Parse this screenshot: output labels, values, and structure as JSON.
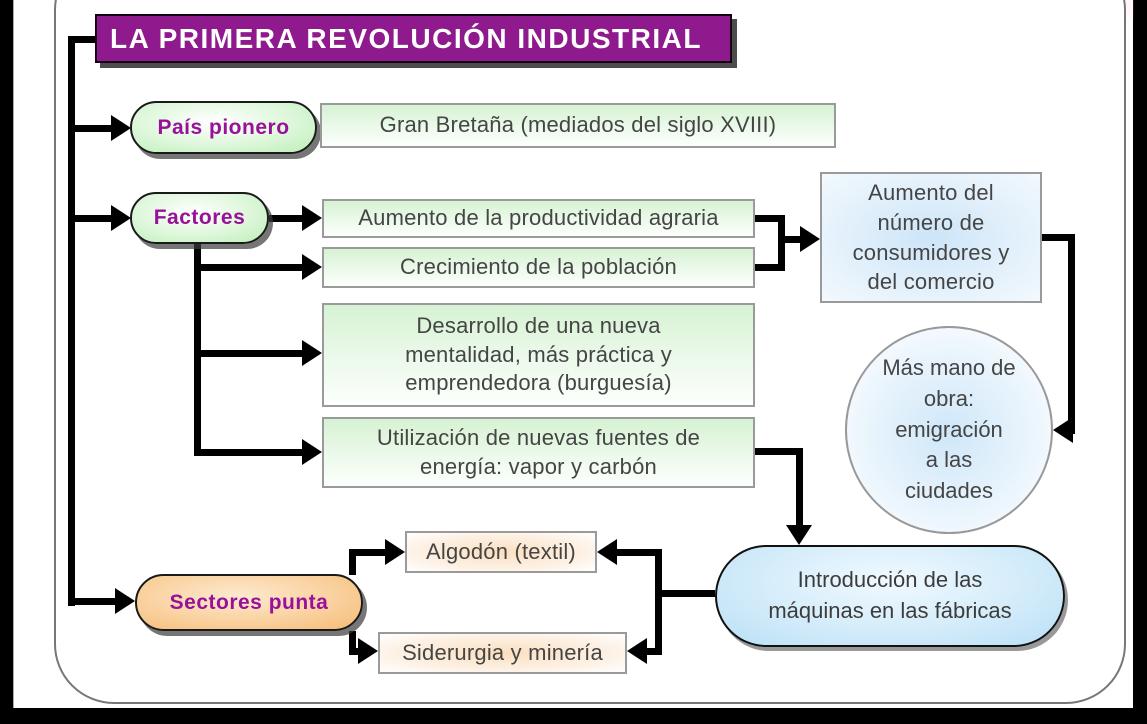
{
  "page": {
    "title": "LA PRIMERA REVOLUCIÓN INDUSTRIAL"
  },
  "nodes": {
    "pais_pionero": "País pionero",
    "gran_bretana": "Gran Bretaña (mediados del siglo XVIII)",
    "factores": "Factores",
    "productividad": "Aumento de la productividad agraria",
    "poblacion": "Crecimiento de la población",
    "mentalidad": "Desarrollo de una nueva\nmentalidad, más práctica y\nemprendedora (burguesía)",
    "energia": "Utilización de nuevas fuentes de\nenergía: vapor y carbón",
    "consumidores": "Aumento del\nnúmero de\nconsumidores y\ndel comercio",
    "mano_de_obra": "Más mano de\nobra:\nemigración\na las\nciudades",
    "maquinas": "Introducción de las\nmáquinas en las fábricas",
    "sectores_punta": "Sectores punta",
    "algodon": "Algodón (textil)",
    "siderurgia": "Siderurgia y minería"
  },
  "colors": {
    "title_bg": "#8e1a8e",
    "label_text": "#99119b",
    "connector": "#000000",
    "green_node": "#bdeeb8",
    "orange_node": "#f5bb74",
    "blue_node": "#cfe7f9",
    "box_border": "#9a9a9a",
    "top_strip_yellow": "#ffffc9",
    "top_strip_red": "#ff9b9b"
  }
}
